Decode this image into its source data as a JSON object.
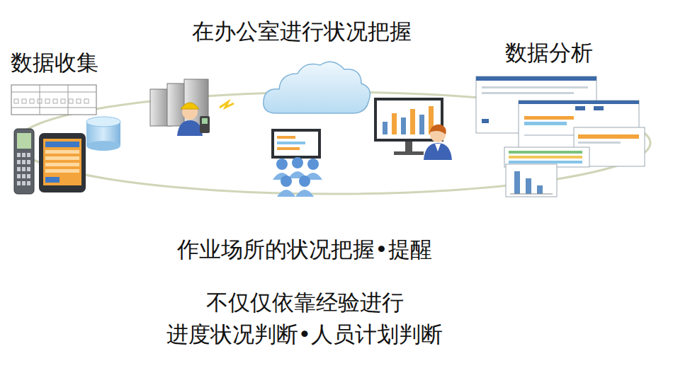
{
  "diagram": {
    "labels": [
      "数据收集",
      "在办公室进行状况把握",
      "数据分析",
      "作业场所的状况把握•提醒",
      "不仅仅依靠经验进行 进度状况判断•人员计划判断"
    ]
  }
}
